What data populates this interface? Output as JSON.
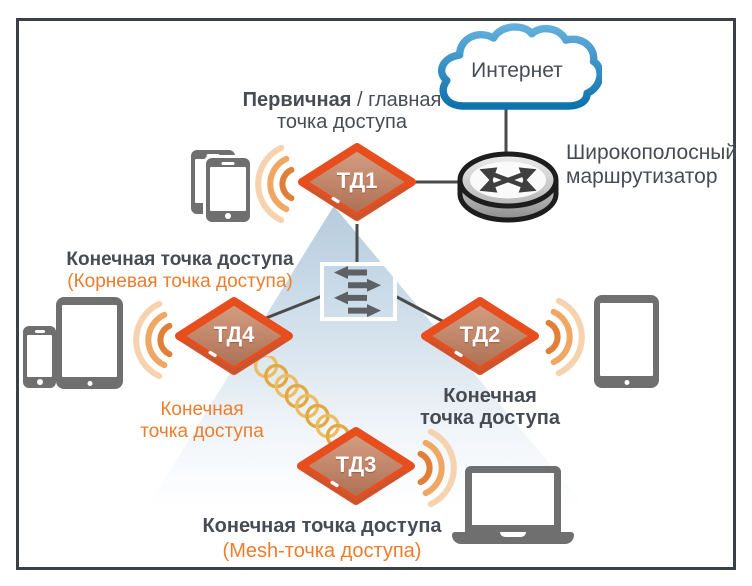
{
  "diagram": {
    "cloud": {
      "label": "Интернет"
    },
    "router": {
      "label_line1": "Широкополосный",
      "label_line2": "маршрутизатор"
    },
    "access_points": {
      "ap1": {
        "name": "ТД1",
        "caption_bold": "Первичная",
        "caption_rest": " / главная",
        "caption_line2": "точка доступа"
      },
      "ap2": {
        "name": "ТД2",
        "caption_line1": "Конечная",
        "caption_line2": "точка доступа"
      },
      "ap3": {
        "name": "ТД3",
        "caption_line1": "Конечная точка доступа",
        "caption_line2": "(Mesh-точка доступа)"
      },
      "ap4": {
        "name": "ТД4",
        "caption_line1": "Конечная точка доступа",
        "caption_line2": "(Корневая точка доступа)"
      }
    },
    "mesh_link": {
      "caption_line1": "Конечная",
      "caption_line2": "точка доступа"
    }
  },
  "colors": {
    "ap_border": "#e84d1e",
    "ap_fill": "#c4886c",
    "accent_orange": "#ee7c2d",
    "text_dark": "#474c54",
    "cloud_blue": "#1d82b8",
    "coverage_blue": "#c3d5e4",
    "mesh_gold": "#e8b24a",
    "device_gray": "#6f6f6f",
    "line_gray": "#4b4b4b"
  }
}
